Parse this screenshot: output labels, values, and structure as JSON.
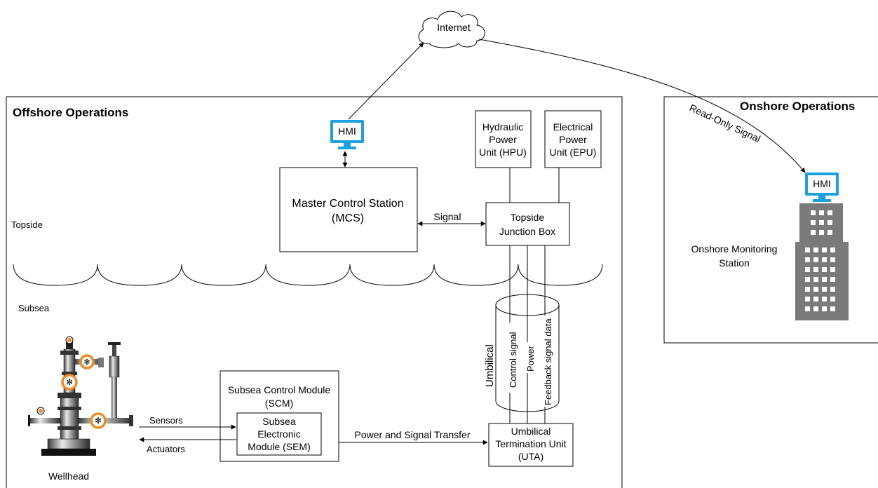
{
  "internet": "Internet",
  "offshore": {
    "title": "Offshore Operations",
    "topside": "Topside",
    "subsea": "Subsea"
  },
  "onshore": {
    "title": "Onshore Operations",
    "station_line1": "Onshore Monitoring",
    "station_line2": "Station",
    "hmi": "HMI"
  },
  "read_only_signal": "Read-Only Signal",
  "hmi_offshore": "HMI",
  "mcs": {
    "line1": "Master Control Station",
    "line2": "(MCS)"
  },
  "signal": "Signal",
  "hpu": {
    "line1": "Hydraulic",
    "line2": "Power",
    "line3": "Unit (HPU)"
  },
  "epu": {
    "line1": "Electrical",
    "line2": "Power",
    "line3": "Unit (EPU)"
  },
  "junction": {
    "line1": "Topside",
    "line2": "Junction Box"
  },
  "umbilical": {
    "label": "Umbilical",
    "control": "Control signal",
    "power": "Power",
    "feedback": "Feedback signal data"
  },
  "scm": {
    "line1": "Subsea Control Module",
    "line2": "(SCM)"
  },
  "sem": {
    "line1": "Subsea",
    "line2": "Electronic",
    "line3": "Module (SEM)"
  },
  "uta": {
    "line1": "Umbilical",
    "line2": "Termination Unit",
    "line3": "(UTA)"
  },
  "power_signal_transfer": "Power and Signal Transfer",
  "sensors": "Sensors",
  "actuators": "Actuators",
  "wellhead": "Wellhead",
  "colors": {
    "hmi": "#1ba1e2",
    "building": "#7a7a7a",
    "valve": "#f08a24"
  }
}
